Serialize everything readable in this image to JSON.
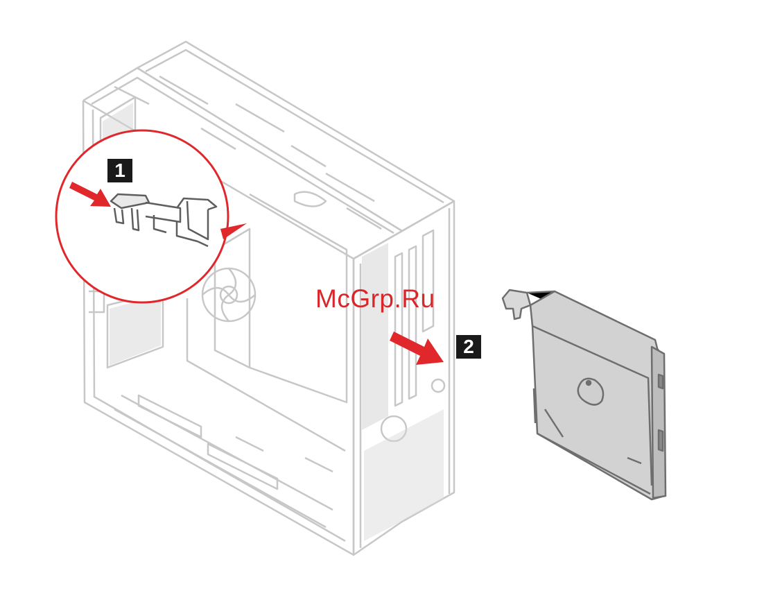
{
  "diagram": {
    "steps": [
      {
        "number": "1",
        "action": "press-latch"
      },
      {
        "number": "2",
        "action": "slide-out-drive"
      }
    ],
    "watermark": "McGrp.Ru",
    "colors": {
      "line_art": "#c7c7c7",
      "line_art_dark": "#6e6e6e",
      "drive_fill": "#d2d2d2",
      "accent_red": "#e0282c",
      "badge_fill": "#1a1a1a",
      "badge_text": "#ffffff"
    }
  }
}
